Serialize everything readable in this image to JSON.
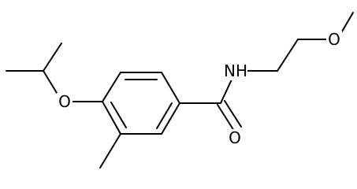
{
  "molecule": {
    "atom_labels": {
      "ether_oxygen": "O",
      "amide_nitrogen": "NH",
      "carbonyl_oxygen": "O",
      "methoxy_oxygen": "O"
    },
    "colors": {
      "bond": "#000000",
      "label": "#000000",
      "background": "#ffffff"
    }
  }
}
